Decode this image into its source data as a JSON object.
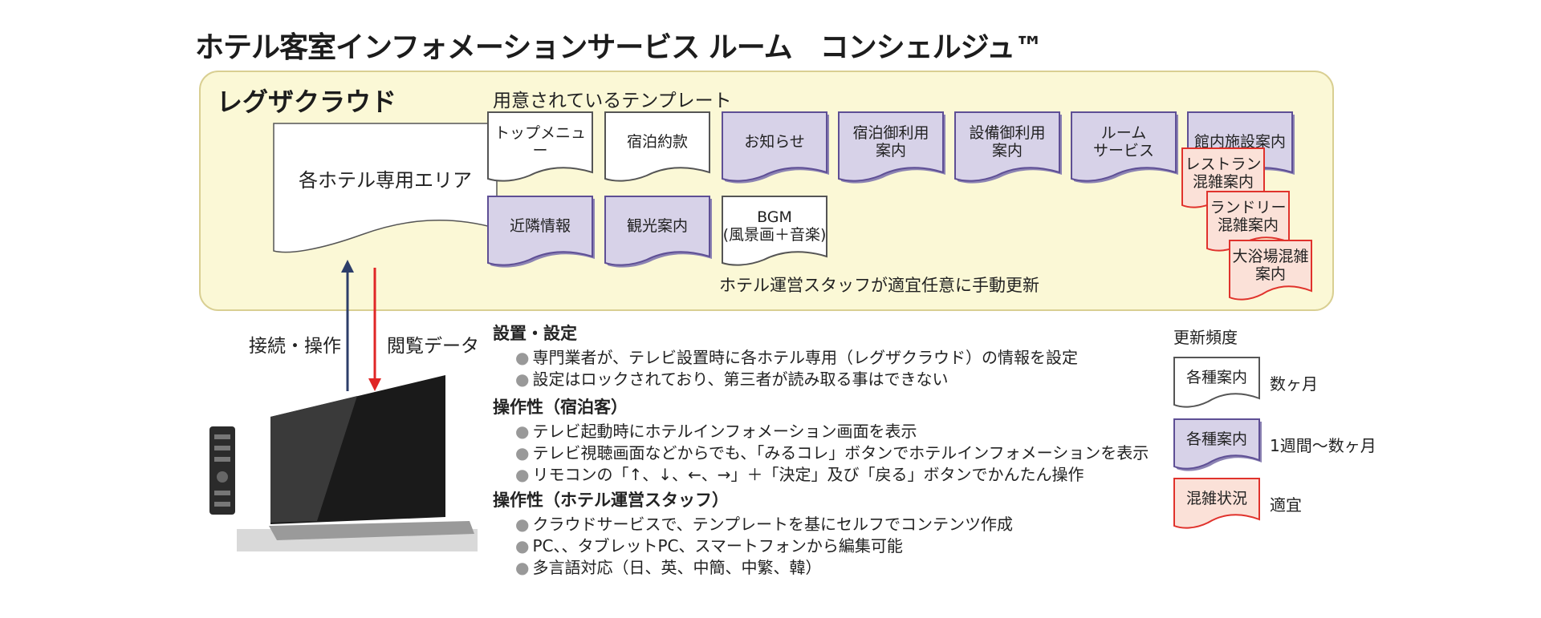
{
  "title": "ホテル客室インフォメーションサービス ルーム　コンシェルジュ™",
  "cloud": {
    "label": "レグザクラウド",
    "hotel_area": "各ホテル専用エリア",
    "templates_heading": "用意されているテンプレート",
    "templates": [
      {
        "label": "トップメニュー",
        "style": "white"
      },
      {
        "label": "宿泊約款",
        "style": "white"
      },
      {
        "label": "お知らせ",
        "style": "purple"
      },
      {
        "label": "宿泊御利用\n案内",
        "style": "purple"
      },
      {
        "label": "設備御利用\n案内",
        "style": "purple"
      },
      {
        "label": "ルーム\nサービス",
        "style": "purple"
      },
      {
        "label": "館内施設案内",
        "style": "purple"
      },
      {
        "label": "近隣情報",
        "style": "purple"
      },
      {
        "label": "観光案内",
        "style": "purple"
      },
      {
        "label": "BGM\n(風景画＋音楽)",
        "style": "white"
      }
    ],
    "congestion_templates": [
      "レストラン\n混雑案内",
      "ランドリー\n混雑案内",
      "大浴場混雑\n案内"
    ],
    "staff_note": "ホテル運営スタッフが適宜任意に手動更新"
  },
  "arrows": {
    "up_label": "接続・操作",
    "down_label": "閲覧データ"
  },
  "sections": [
    {
      "heading": "設置・設定",
      "items": [
        "専門業者が、テレビ設置時に各ホテル専用（レグザクラウド）の情報を設定",
        "設定はロックされており、第三者が読み取る事はできない"
      ]
    },
    {
      "heading": "操作性（宿泊客）",
      "items": [
        "テレビ起動時にホテルインフォメーション画面を表示",
        "テレビ視聴画面などからでも、「みるコレ」ボタンでホテルインフォメーションを表示",
        "リモコンの「↑、↓、←、→」＋「決定」及び「戻る」ボタンでかんたん操作"
      ]
    },
    {
      "heading": "操作性（ホテル運営スタッフ）",
      "items": [
        "クラウドサービスで、テンプレートを基にセルフでコンテンツ作成",
        "PC、、タブレットPC、スマートフォンから編集可能",
        "多言語対応（日、英、中簡、中繁、韓）"
      ]
    }
  ],
  "legend": {
    "heading": "更新頻度",
    "items": [
      {
        "label": "各種案内",
        "freq": "数ヶ月",
        "style": "white"
      },
      {
        "label": "各種案内",
        "freq": "1週間～数ヶ月",
        "style": "purple"
      },
      {
        "label": "混雑状況",
        "freq": "適宜",
        "style": "red"
      }
    ]
  },
  "colors": {
    "cloud_bg": "#fbf8d6",
    "cloud_border": "#d9cf92",
    "purple_fill": "#d7d2e8",
    "purple_border": "#5e4f95",
    "red_fill": "#fbe1d8",
    "red_border": "#e0322c",
    "arrow_up": "#2d3e6a",
    "arrow_down": "#e02626"
  }
}
